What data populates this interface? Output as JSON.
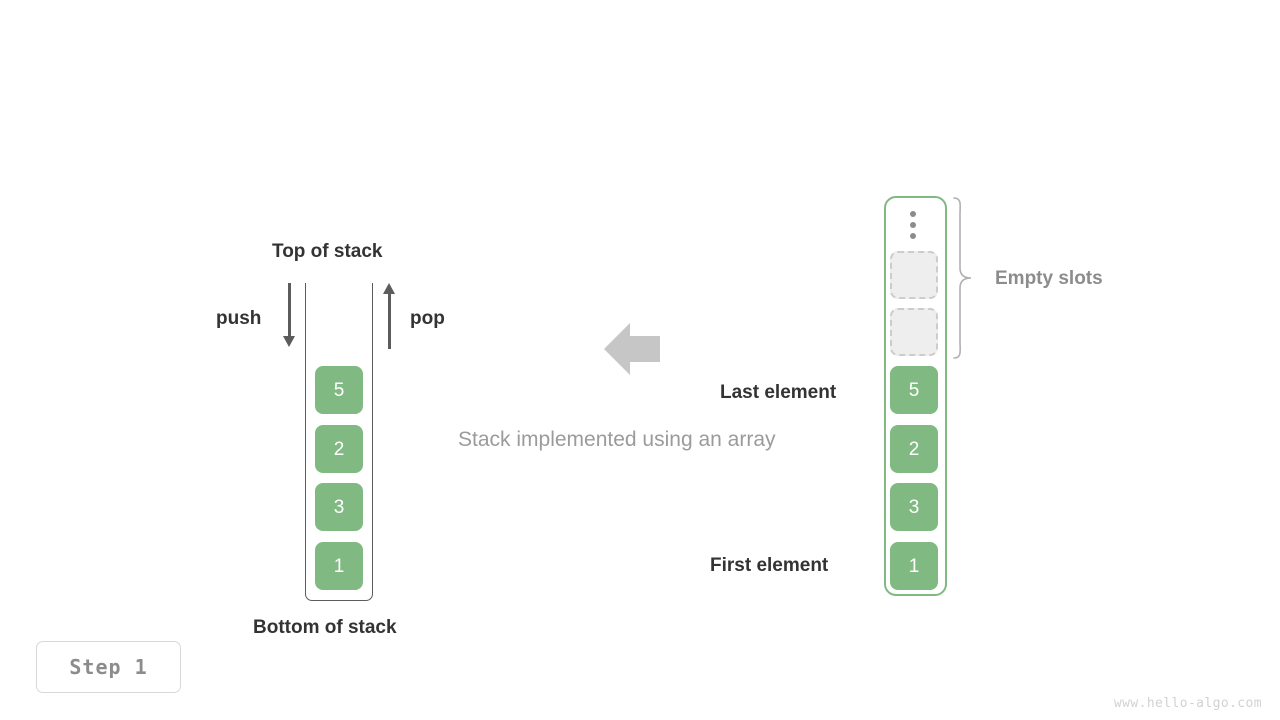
{
  "page": {
    "background_color": "#ffffff",
    "caption": "Stack implemented using an array",
    "watermark": "www.hello-algo.com"
  },
  "colors": {
    "element_fill": "#81b983",
    "element_text": "#ffffff",
    "empty_slot_fill": "#eeeeee",
    "empty_slot_border": "#cccccc",
    "dark_label": "#333333",
    "gray_label": "#8c8c8c",
    "caption_gray": "#9b9b9b",
    "arrow_gray": "#5c5c5c",
    "big_arrow_gray": "#c6c6c6",
    "array_border_green": "#81b983",
    "watermark_gray": "#d2d2d2"
  },
  "left_stack": {
    "top_label": "Top of stack",
    "bottom_label": "Bottom of stack",
    "push_label": "push",
    "pop_label": "pop",
    "push_icon": "arrow-down-icon",
    "pop_icon": "arrow-up-icon",
    "elements_top_to_bottom": [
      "5",
      "2",
      "3",
      "1"
    ]
  },
  "transform": {
    "icon": "arrow-left-icon",
    "direction": "left"
  },
  "right_array": {
    "ellipsis_icon": "vertical-ellipsis-icon",
    "empty_slots_label": "Empty slots",
    "empty_slots_count": 2,
    "brace_icon": "curly-brace-icon",
    "last_element_label": "Last element",
    "first_element_label": "First element",
    "slots_top_to_bottom": [
      {
        "type": "ellipsis",
        "value": ""
      },
      {
        "type": "empty",
        "value": ""
      },
      {
        "type": "empty",
        "value": ""
      },
      {
        "type": "filled",
        "value": "5"
      },
      {
        "type": "filled",
        "value": "2"
      },
      {
        "type": "filled",
        "value": "3"
      },
      {
        "type": "filled",
        "value": "1"
      }
    ]
  },
  "step_badge": {
    "label": "Step 1"
  }
}
